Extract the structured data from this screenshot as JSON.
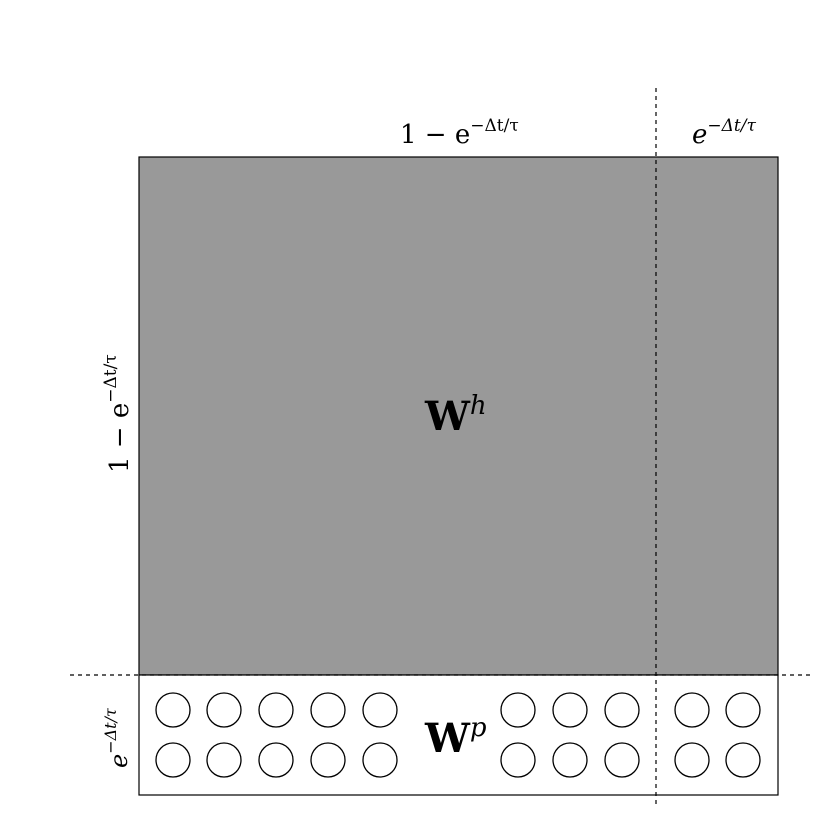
{
  "colors": {
    "top_block_fill": "#999999",
    "bottom_block_fill": "#ffffff",
    "stroke": "#000000",
    "dashed_line": "#000000"
  },
  "labels": {
    "top_left": {
      "base": "1 − e",
      "sup": "−Δt/τ"
    },
    "top_right": {
      "base": "e",
      "sup": "−Δt/τ"
    },
    "left_top": {
      "base": "1 − e",
      "sup": "−Δt/τ"
    },
    "left_bottom": {
      "base": "e",
      "sup": "−Δt/τ"
    }
  },
  "matrices": {
    "hidden": {
      "base": "W",
      "sup": "h"
    },
    "prior": {
      "base": "W",
      "sup": "p"
    }
  }
}
